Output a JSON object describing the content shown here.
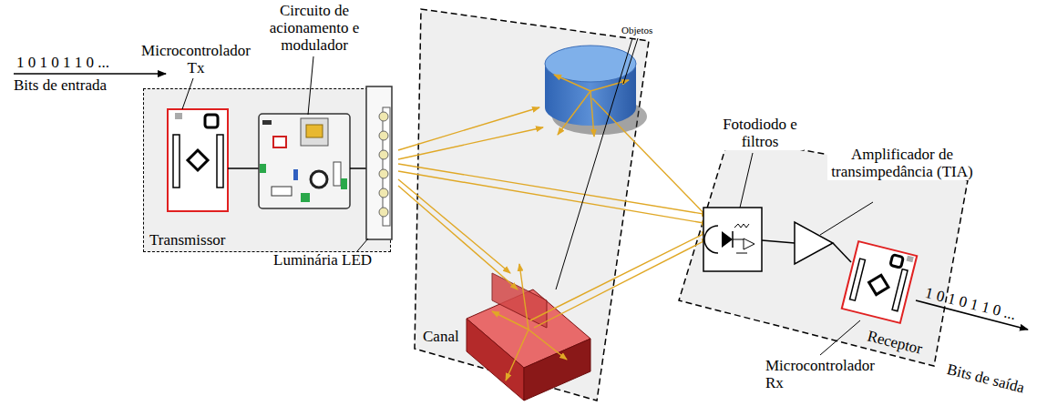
{
  "diagram": {
    "nodes": [
      {
        "text": [
          "Transmissor"
        ]
      },
      {
        "text": [
          "Canal"
        ]
      },
      {
        "text": [
          "Receptor"
        ]
      }
    ],
    "labels": [
      "Microcontrolador Tx",
      "Circuito de acionamento e modulador",
      "1 0 1 0 1 1 0 ...",
      "Bits de entrada",
      "Luminária LED",
      "Objetos",
      "Fotodiodo e filtros",
      "Amplificador de transimpedância (TIA)",
      "Microcontrolador Rx",
      "1 0 1 0 1 1 0 ...",
      "Bits de saída"
    ]
  }
}
